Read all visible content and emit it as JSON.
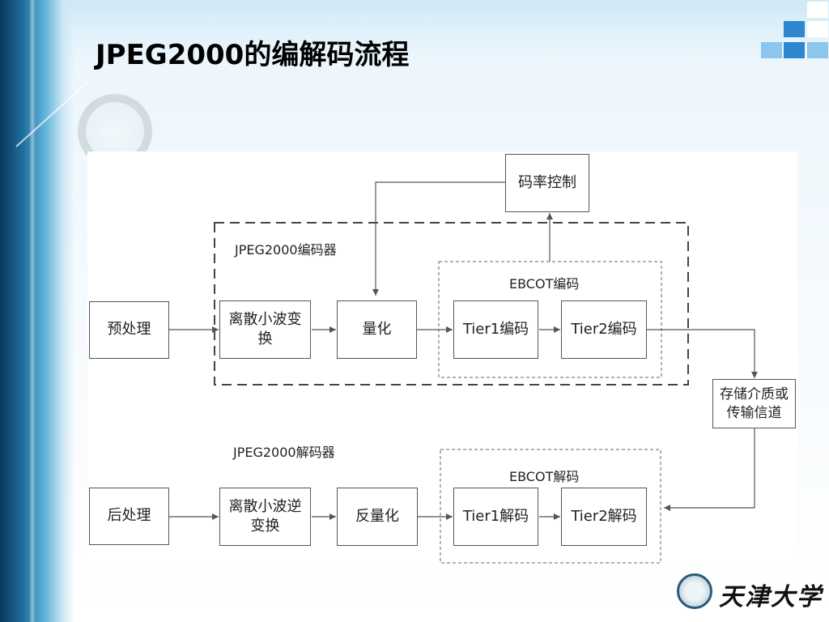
{
  "slide": {
    "title": "JPEG2000的编解码流程"
  },
  "diagram": {
    "encoder_label": "JPEG2000编码器",
    "ebcot_encoder_label": "EBCOT编码",
    "decoder_label": "JPEG2000解码器",
    "ebcot_decoder_label": "EBCOT解码",
    "nodes": {
      "rate_control": "码率控制",
      "preprocess": "预处理",
      "dwt": [
        "离散小波变",
        "换"
      ],
      "quantize": "量化",
      "tier1_encode": "Tier1编码",
      "tier2_encode": "Tier2编码",
      "channel": [
        "存储介质或",
        "传输信道"
      ],
      "postprocess": "后处理",
      "idwt": [
        "离散小波逆",
        "变换"
      ],
      "dequantize": "反量化",
      "tier1_decode": "Tier1解码",
      "tier2_decode": "Tier2解码"
    }
  },
  "logo": {
    "text": "天津大学",
    "icon": "university-seal-icon"
  },
  "colors": {
    "accent_blue": "#2e86cf",
    "light_blue": "#8cc6ec",
    "line": "#555555"
  }
}
